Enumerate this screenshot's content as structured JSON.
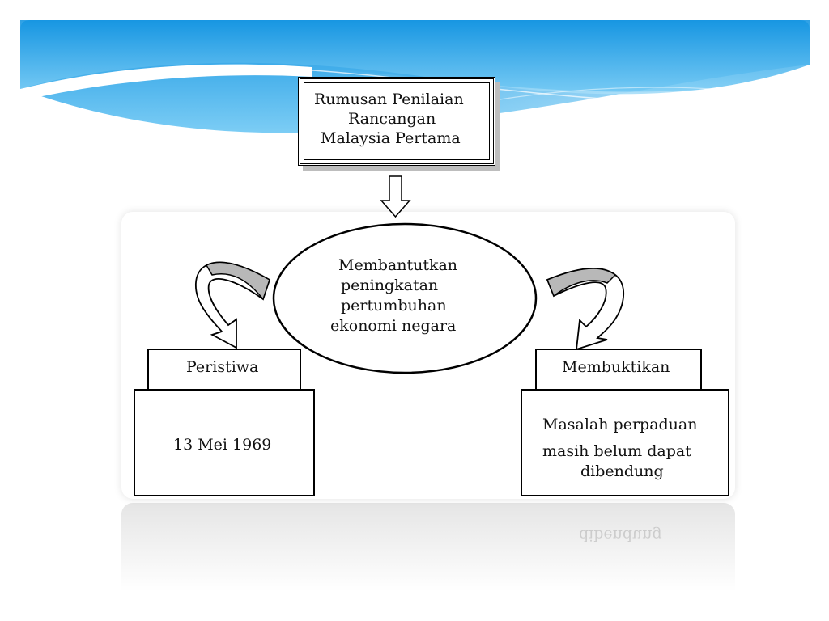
{
  "diagram": {
    "title_lines": [
      "Rumusan Penilaian",
      "Rancangan",
      "Malaysia  Pertama"
    ],
    "center_lines": [
      "Membantutkan",
      "peningkatan",
      "pertumbuhan",
      "ekonomi  negara"
    ],
    "left_header": "Peristiwa",
    "left_body": "13 Mei 1969",
    "right_header": "Membuktikan",
    "right_body_lines": [
      "Masalah  perpaduan",
      "masih  belum  dapat",
      "dibendung"
    ]
  },
  "colors": {
    "banner_top": "#1a9ee6",
    "banner_bottom": "#8fd3f7",
    "arrow_fill": "#b8b8b8"
  }
}
